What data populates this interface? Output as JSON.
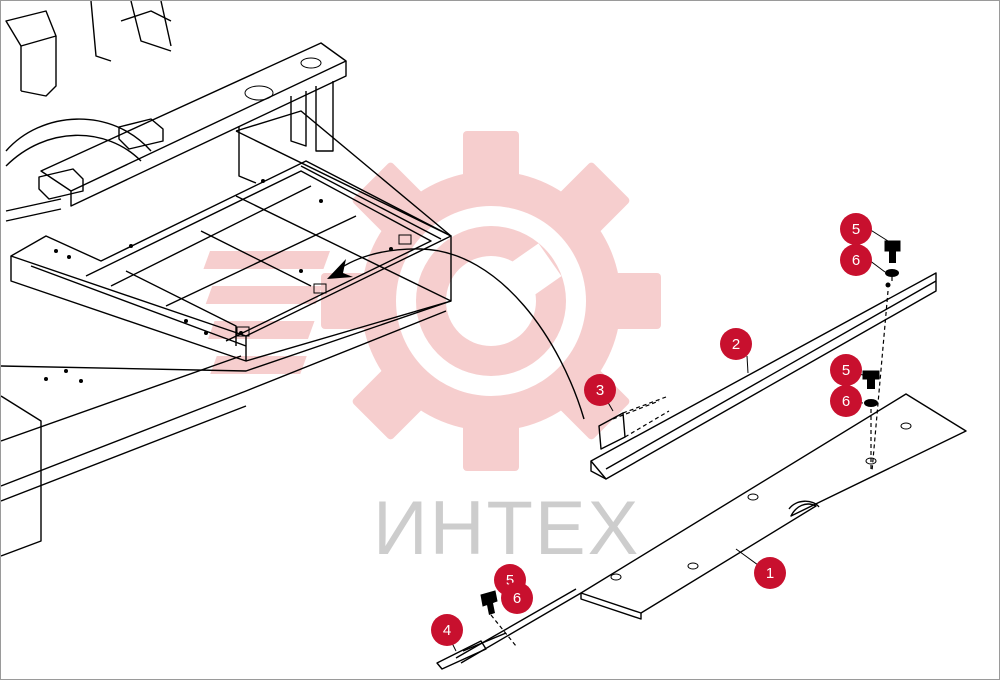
{
  "watermark": {
    "text": "ИНТЕХ",
    "gear_color": "#f6c9c9",
    "text_color": "#c8c8c8"
  },
  "colors": {
    "callout": "#c8102e",
    "lines": "#000000",
    "background": "#ffffff"
  },
  "callouts": [
    {
      "id": "c1",
      "label": "1"
    },
    {
      "id": "c2",
      "label": "2"
    },
    {
      "id": "c3",
      "label": "3"
    },
    {
      "id": "c4",
      "label": "4"
    },
    {
      "id": "c5a",
      "label": "5"
    },
    {
      "id": "c6a",
      "label": "6"
    },
    {
      "id": "c5b",
      "label": "5"
    },
    {
      "id": "c6b",
      "label": "6"
    },
    {
      "id": "c5c",
      "label": "5"
    },
    {
      "id": "c6c",
      "label": "6"
    }
  ]
}
